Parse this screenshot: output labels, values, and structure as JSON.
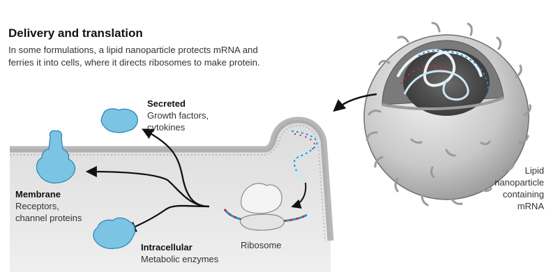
{
  "header": {
    "title": "Delivery and translation",
    "subtitle_line1": "In some formulations, a lipid nanoparticle protects mRNA and",
    "subtitle_line2": "ferries it into cells, where it directs ribosomes to make protein."
  },
  "labels": {
    "secreted": {
      "heading": "Secreted",
      "line1": "Growth factors,",
      "line2": "cytokines"
    },
    "membrane": {
      "heading": "Membrane",
      "line1": "Receptors,",
      "line2": "channel proteins"
    },
    "intracellular": {
      "heading": "Intracellular",
      "line1": "Metabolic enzymes"
    },
    "ribosome": "Ribosome",
    "nanoparticle": {
      "line1": "Lipid",
      "line2": "nanoparticle",
      "line3": "containing",
      "line4": "mRNA"
    }
  },
  "colors": {
    "protein_blue": "#7cc4e4",
    "protein_edge": "#2f88b4",
    "cell_fill": "#e6e6e6",
    "cell_edge": "#9a9a9a",
    "mrna_red": "#d9272e",
    "mrna_blue": "#2a8fc4",
    "shell_gray": "#bdbdbd",
    "core_dark": "#555555"
  }
}
